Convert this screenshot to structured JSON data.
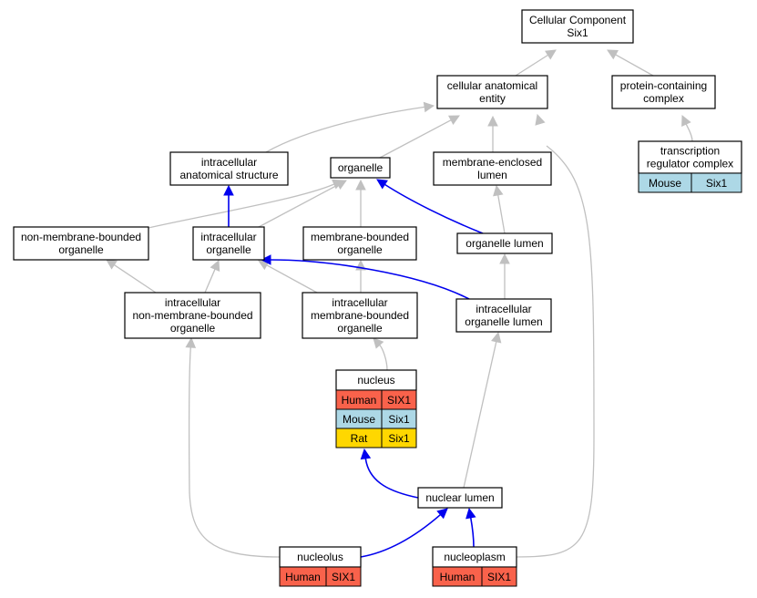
{
  "colors": {
    "human": "#f9624b",
    "mouse": "#add8e6",
    "rat": "#ffd700",
    "edge_is_a": "#c0c0c0",
    "edge_part_of": "#0000ee"
  },
  "nodes": {
    "cellular_component": {
      "lines": [
        "Cellular Component",
        "Six1"
      ]
    },
    "cellular_anatomical_entity": {
      "lines": [
        "cellular anatomical",
        "entity"
      ]
    },
    "protein_containing_complex": {
      "lines": [
        "protein-containing",
        "complex"
      ]
    },
    "transcription_regulator_complex": {
      "lines": [
        "transcription",
        "regulator complex"
      ],
      "annotations": [
        {
          "species": "Mouse",
          "gene": "Six1",
          "color": "mouse"
        }
      ]
    },
    "intracellular_anatomical_structure": {
      "lines": [
        "intracellular",
        "anatomical structure"
      ]
    },
    "organelle": {
      "lines": [
        "organelle"
      ]
    },
    "membrane_enclosed_lumen": {
      "lines": [
        "membrane-enclosed",
        "lumen"
      ]
    },
    "non_membrane_bounded_organelle": {
      "lines": [
        "non-membrane-bounded",
        "organelle"
      ]
    },
    "intracellular_organelle": {
      "lines": [
        "intracellular",
        "organelle"
      ]
    },
    "membrane_bounded_organelle": {
      "lines": [
        "membrane-bounded",
        "organelle"
      ]
    },
    "organelle_lumen": {
      "lines": [
        "organelle lumen"
      ]
    },
    "intracellular_non_membrane_bounded_organelle": {
      "lines": [
        "intracellular",
        "non-membrane-bounded",
        "organelle"
      ]
    },
    "intracellular_membrane_bounded_organelle": {
      "lines": [
        "intracellular",
        "membrane-bounded",
        "organelle"
      ]
    },
    "intracellular_organelle_lumen": {
      "lines": [
        "intracellular",
        "organelle lumen"
      ]
    },
    "nucleus": {
      "lines": [
        "nucleus"
      ],
      "annotations": [
        {
          "species": "Human",
          "gene": "SIX1",
          "color": "human"
        },
        {
          "species": "Mouse",
          "gene": "Six1",
          "color": "mouse"
        },
        {
          "species": "Rat",
          "gene": "Six1",
          "color": "rat"
        }
      ]
    },
    "nuclear_lumen": {
      "lines": [
        "nuclear lumen"
      ]
    },
    "nucleolus": {
      "lines": [
        "nucleolus"
      ],
      "annotations": [
        {
          "species": "Human",
          "gene": "SIX1",
          "color": "human"
        }
      ]
    },
    "nucleoplasm": {
      "lines": [
        "nucleoplasm"
      ],
      "annotations": [
        {
          "species": "Human",
          "gene": "SIX1",
          "color": "human"
        }
      ]
    }
  },
  "edges": [
    {
      "from": "cellular_anatomical_entity",
      "to": "cellular_component",
      "type": "is_a"
    },
    {
      "from": "protein_containing_complex",
      "to": "cellular_component",
      "type": "is_a"
    },
    {
      "from": "transcription_regulator_complex",
      "to": "protein_containing_complex",
      "type": "is_a"
    },
    {
      "from": "intracellular_anatomical_structure",
      "to": "cellular_anatomical_entity",
      "type": "is_a"
    },
    {
      "from": "organelle",
      "to": "cellular_anatomical_entity",
      "type": "is_a"
    },
    {
      "from": "membrane_enclosed_lumen",
      "to": "cellular_anatomical_entity",
      "type": "is_a"
    },
    {
      "from": "nucleoplasm",
      "to": "cellular_anatomical_entity",
      "type": "is_a"
    },
    {
      "from": "non_membrane_bounded_organelle",
      "to": "organelle",
      "type": "is_a"
    },
    {
      "from": "intracellular_organelle",
      "to": "organelle",
      "type": "is_a"
    },
    {
      "from": "membrane_bounded_organelle",
      "to": "organelle",
      "type": "is_a"
    },
    {
      "from": "organelle_lumen",
      "to": "organelle",
      "type": "part_of"
    },
    {
      "from": "organelle_lumen",
      "to": "membrane_enclosed_lumen",
      "type": "is_a"
    },
    {
      "from": "intracellular_organelle",
      "to": "intracellular_anatomical_structure",
      "type": "part_of"
    },
    {
      "from": "intracellular_non_membrane_bounded_organelle",
      "to": "non_membrane_bounded_organelle",
      "type": "is_a"
    },
    {
      "from": "intracellular_non_membrane_bounded_organelle",
      "to": "intracellular_organelle",
      "type": "is_a"
    },
    {
      "from": "intracellular_membrane_bounded_organelle",
      "to": "intracellular_organelle",
      "type": "is_a"
    },
    {
      "from": "intracellular_membrane_bounded_organelle",
      "to": "membrane_bounded_organelle",
      "type": "is_a"
    },
    {
      "from": "intracellular_organelle_lumen",
      "to": "intracellular_organelle",
      "type": "part_of"
    },
    {
      "from": "intracellular_organelle_lumen",
      "to": "organelle_lumen",
      "type": "is_a"
    },
    {
      "from": "nucleus",
      "to": "intracellular_membrane_bounded_organelle",
      "type": "is_a"
    },
    {
      "from": "nuclear_lumen",
      "to": "intracellular_organelle_lumen",
      "type": "is_a"
    },
    {
      "from": "nuclear_lumen",
      "to": "nucleus",
      "type": "part_of"
    },
    {
      "from": "nucleolus",
      "to": "intracellular_non_membrane_bounded_organelle",
      "type": "is_a"
    },
    {
      "from": "nucleolus",
      "to": "nuclear_lumen",
      "type": "part_of"
    },
    {
      "from": "nucleoplasm",
      "to": "nuclear_lumen",
      "type": "part_of"
    }
  ]
}
